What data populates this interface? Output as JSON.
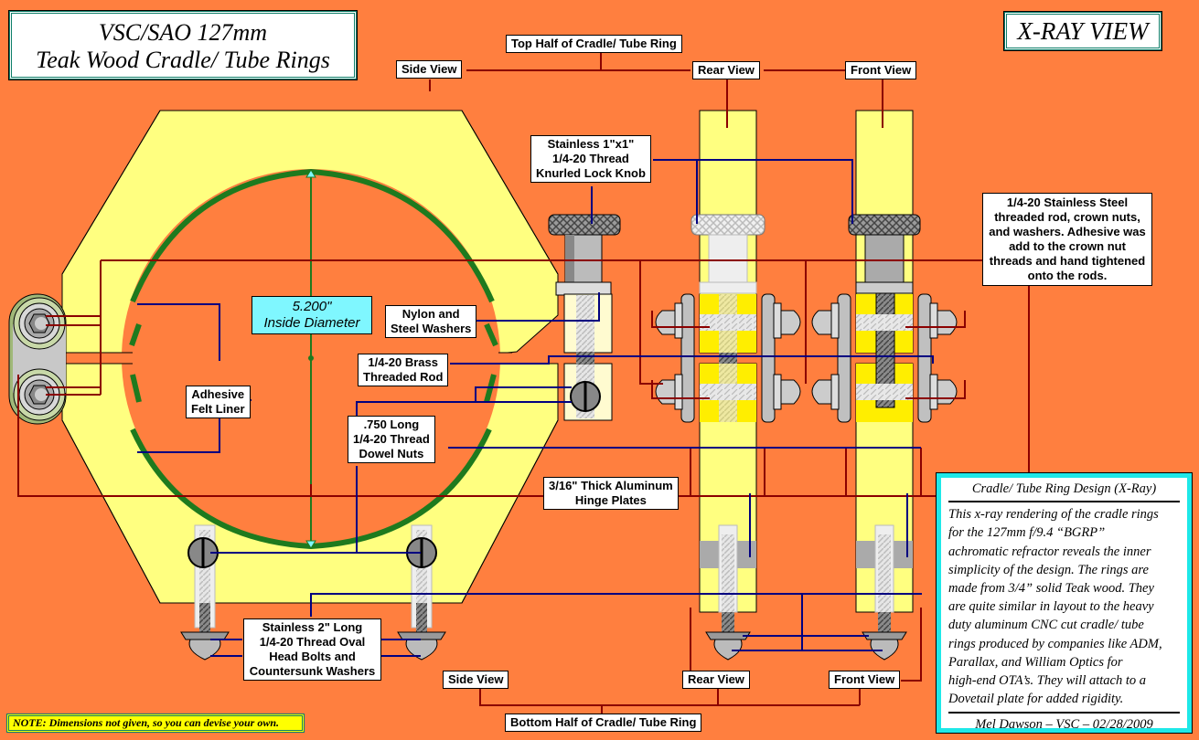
{
  "title": {
    "line1": "VSC/SAO 127mm",
    "line2": "Teak Wood Cradle/ Tube Rings"
  },
  "view_mode": "X-RAY VIEW",
  "section_labels": {
    "top_half": "Top Half of Cradle/ Tube Ring",
    "bottom_half": "Bottom Half of Cradle/ Tube Ring",
    "side_view_top": "Side View",
    "rear_view_top": "Rear View",
    "front_view_top": "Front View",
    "side_view_bottom": "Side View",
    "rear_view_bottom": "Rear View",
    "front_view_bottom": "Front View"
  },
  "callouts": {
    "knob": [
      "Stainless 1\"x1\"",
      "1/4-20 Thread",
      "Knurled Lock Knob"
    ],
    "rod_nuts": [
      "1/4-20 Stainless Steel",
      "threaded rod, crown nuts,",
      "and washers. Adhesive was",
      "add to the crown nut",
      "threads and hand tightened",
      "onto the rods."
    ],
    "washers": [
      "Nylon and",
      "Steel Washers"
    ],
    "brass_rod": [
      "1/4-20 Brass",
      "Threaded Rod"
    ],
    "dowel_nuts": [
      ".750 Long",
      "1/4-20 Thread",
      "Dowel Nuts"
    ],
    "felt_liner": [
      "Adhesive",
      "Felt Liner"
    ],
    "hinge_plates": [
      "3/16\" Thick Aluminum",
      "Hinge Plates"
    ],
    "bolts": [
      "Stainless 2\" Long",
      "1/4-20  Thread Oval",
      "Head Bolts  and",
      "Countersunk  Washers"
    ]
  },
  "dimension": {
    "value": "5.200\"",
    "label": "Inside Diameter"
  },
  "note": "NOTE: Dimensions not given, so you can devise your own.",
  "info_panel": {
    "title": "Cradle/ Tube Ring Design (X-Ray)",
    "body_lines": [
      "This x-ray rendering of the cradle rings",
      "for the 127mm f/9.4 “BGRP”",
      "achromatic refractor reveals the inner",
      "simplicity of the design. The rings are",
      "made from 3/4” solid Teak wood. They",
      "are quite similar in layout to the heavy",
      "duty aluminum CNC cut cradle/ tube",
      "rings produced by companies like ADM,",
      "Parallax, and William Optics for",
      "high-end OTA’s. They will attach to a",
      "Dovetail plate for added rigidity."
    ],
    "signature": "Mel Dawson – VSC – 02/28/2009"
  },
  "colors": {
    "background": "#ff7f3f",
    "wood": "#ffff80",
    "felt": "#1e7a1e",
    "leader_red": "#8b0000",
    "leader_blue": "#000080",
    "accent_cyan": "#7ff7ff",
    "note_yellow": "#ffff00"
  }
}
